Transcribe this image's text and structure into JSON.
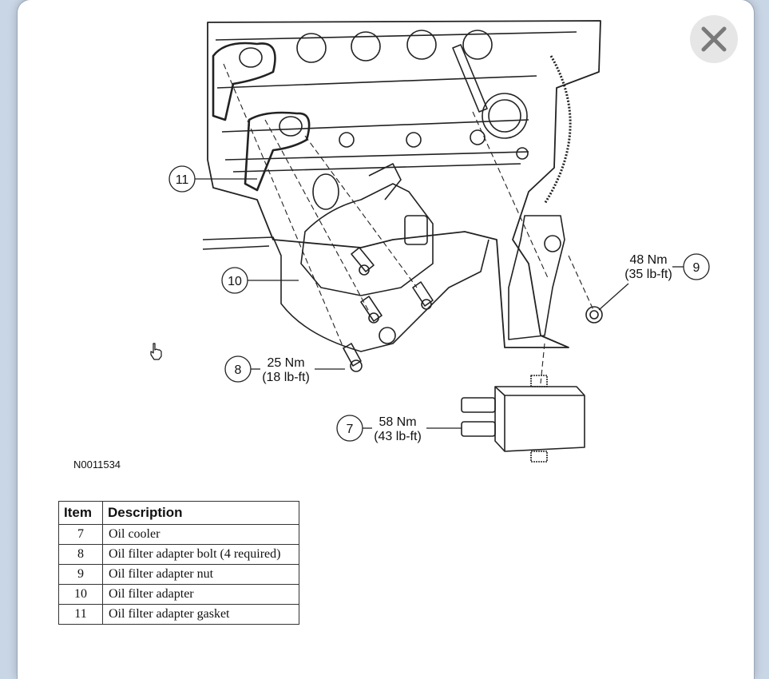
{
  "figure": {
    "id": "N0011534",
    "callouts": [
      {
        "num": "11"
      },
      {
        "num": "10"
      },
      {
        "num": "9",
        "torque_nm": "48 Nm",
        "torque_lbft": "(35 lb-ft)"
      },
      {
        "num": "8",
        "torque_nm": "25 Nm",
        "torque_lbft": "(18 lb-ft)"
      },
      {
        "num": "7",
        "torque_nm": "58 Nm",
        "torque_lbft": "(43 lb-ft)"
      }
    ]
  },
  "table": {
    "headers": {
      "item": "Item",
      "description": "Description"
    },
    "rows": [
      {
        "item": "7",
        "description": "Oil cooler"
      },
      {
        "item": "8",
        "description": "Oil filter adapter bolt (4 required)"
      },
      {
        "item": "9",
        "description": "Oil filter adapter nut"
      },
      {
        "item": "10",
        "description": "Oil filter adapter"
      },
      {
        "item": "11",
        "description": "Oil filter adapter gasket"
      }
    ]
  },
  "icons": {
    "close": "close-icon",
    "cursor": "hand-cursor-icon"
  }
}
